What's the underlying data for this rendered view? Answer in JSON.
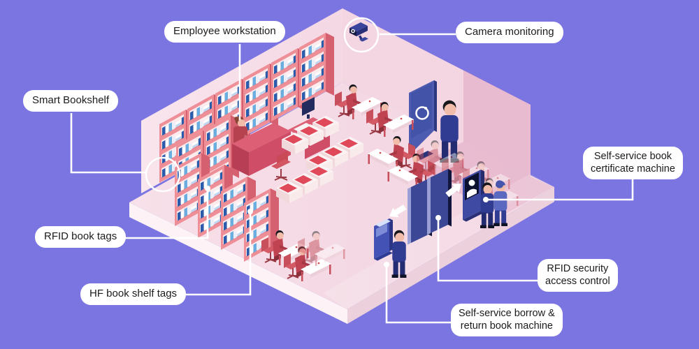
{
  "figure": {
    "type": "isometric-infographic",
    "subject": "Smart library RFID system diagram"
  },
  "colors": {
    "background": "#7b75e1",
    "room_wall": "#f6dce7",
    "room_floor": "#f5dbe5",
    "shelf_pink": "#ee8e97",
    "device_blue": "#3f4aa3",
    "person_red": "#bf4350",
    "label_bg": "#ffffff",
    "label_text": "#1b1b1b",
    "leader_line": "#ffffff"
  },
  "labels": {
    "employee_workstation": "Employee workstation",
    "camera_monitoring": "Camera monitoring",
    "smart_bookshelf": "Smart Bookshelf",
    "certificate_machine_l1": "Self-service book",
    "certificate_machine_l2": "certificate machine",
    "rfid_book_tags": "RFID book tags",
    "hf_book_shelf_tags": "HF book shelf tags",
    "rfid_security_l1": "RFID security",
    "rfid_security_l2": "access control",
    "borrow_return_l1": "Self-service borrow &",
    "borrow_return_l2": "return book machine"
  },
  "scene_icons": [
    "cctv-camera-icon",
    "smart-bookshelf-icon",
    "employee-workstation-icon",
    "reading-desk-icon",
    "armchair-icon",
    "info-kiosk-icon",
    "security-gate-icon",
    "borrow-return-kiosk-icon",
    "certificate-kiosk-icon"
  ]
}
